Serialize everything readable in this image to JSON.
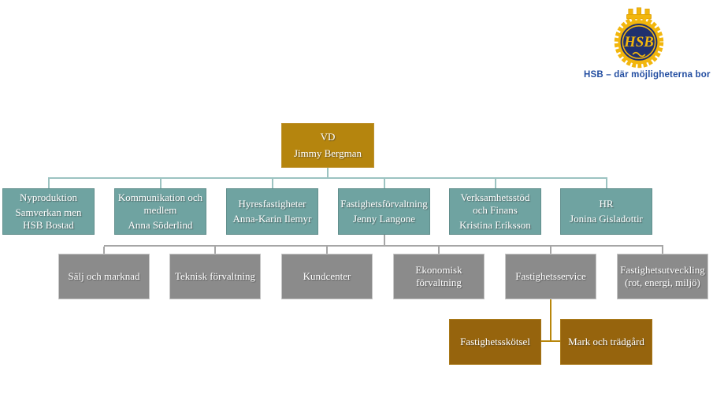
{
  "logo": {
    "monogram": "HSB",
    "tagline": "HSB – där möjligheterna bor",
    "colors": {
      "gold": "#F2B60D",
      "navy": "#20306E",
      "tagline_blue": "#234EA1"
    }
  },
  "org_chart": {
    "root": {
      "title": "VD",
      "name": "Jimmy Bergman"
    },
    "level2": [
      {
        "title": "Nyproduktion",
        "name": "Samverkan men HSB Bostad"
      },
      {
        "title": "Kommunikation och medlem",
        "name": "Anna Söderlind"
      },
      {
        "title": "Hyresfastigheter",
        "name": "Anna-Karin Ilemyr"
      },
      {
        "title": "Fastighetsförvaltning",
        "name": "Jenny Langone"
      },
      {
        "title": "Verksamhetsstöd och Finans",
        "name": "Kristina Eriksson"
      },
      {
        "title": "HR",
        "name": "Jonina Gisladottir"
      }
    ],
    "level3": [
      {
        "title": "Sälj och marknad"
      },
      {
        "title": "Teknisk förvaltning"
      },
      {
        "title": "Kundcenter"
      },
      {
        "title": "Ekonomisk förvaltning"
      },
      {
        "title": "Fastighetsservice"
      },
      {
        "title": "Fastighetsutveckling (rot, energi, miljö)"
      }
    ],
    "level4": [
      {
        "title": "Fastighetsskötsel"
      },
      {
        "title": "Mark och trädgård"
      }
    ],
    "colors": {
      "root_fill": "#B5850E",
      "level2_fill": "#6FA3A1",
      "level3_fill": "#8B8B8B",
      "level4_fill": "#96640D",
      "connector_level2": "#9CC3C1",
      "connector_level3": "#A6A6A6",
      "connector_level4": "#B8860B"
    }
  }
}
